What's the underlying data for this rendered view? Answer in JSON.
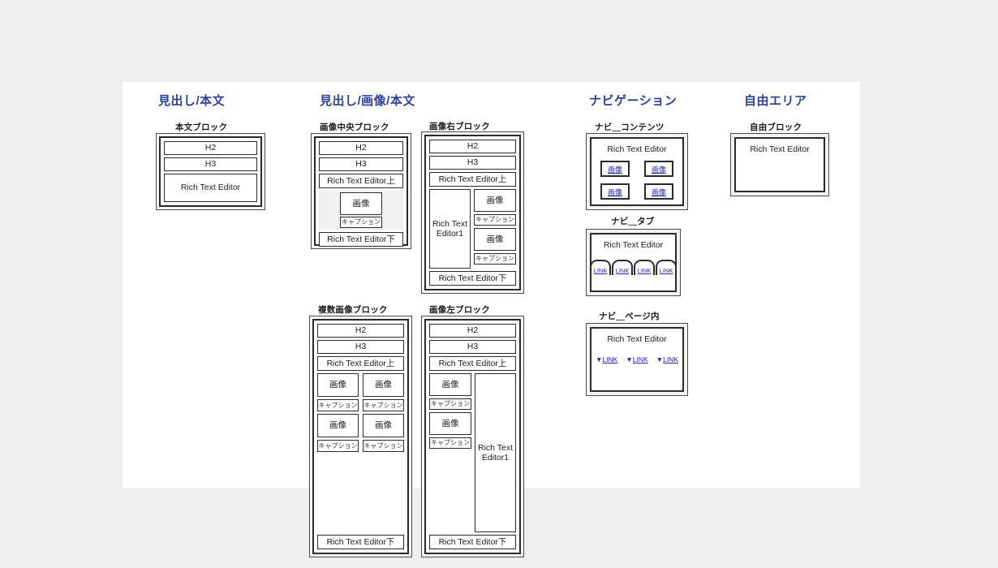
{
  "page": {
    "background_color": "#efefef",
    "canvas_color": "#ffffff",
    "accent_color": "#2d3f9e"
  },
  "columns": [
    {
      "id": "heading-body",
      "title": "見出し/本文"
    },
    {
      "id": "heading-image-body",
      "title": "見出し/画像/本文"
    },
    {
      "id": "navigation",
      "title": "ナビゲーション"
    },
    {
      "id": "free-area",
      "title": "自由エリア"
    }
  ],
  "labels": {
    "h2": "H2",
    "h3": "H3",
    "rte": "Rich Text Editor",
    "rte_upper": "Rich Text Editor上",
    "rte_lower": "Rich Text Editor下",
    "rte_one": "Rich Text Editor1",
    "image": "画像",
    "caption": "キャプション",
    "link": "LINK",
    "anchor_link": "▼LINK"
  },
  "blocks": {
    "body_block": {
      "title": "本文ブロック",
      "rows": [
        "H2",
        "H3",
        "Rich Text Editor"
      ]
    },
    "image_center_block": {
      "title": "画像中央ブロック",
      "rows": [
        "H2",
        "H3",
        "Rich Text Editor上"
      ],
      "image": "画像",
      "caption": "キャプション",
      "footer": "Rich Text Editor下"
    },
    "image_right_block": {
      "title": "画像右ブロック",
      "rows": [
        "H2",
        "H3",
        "Rich Text Editor上"
      ],
      "body": "Rich Text Editor1",
      "images": [
        {
          "image": "画像",
          "caption": "キャプション"
        },
        {
          "image": "画像",
          "caption": "キャプション"
        }
      ],
      "footer": "Rich Text Editor下"
    },
    "multi_image_block": {
      "title": "複数画像ブロック",
      "rows": [
        "H2",
        "H3",
        "Rich Text Editor上"
      ],
      "images": [
        {
          "image": "画像",
          "caption": "キャプション"
        },
        {
          "image": "画像",
          "caption": "キャプション"
        },
        {
          "image": "画像",
          "caption": "キャプション"
        },
        {
          "image": "画像",
          "caption": "キャプション"
        }
      ],
      "footer": "Rich Text Editor下"
    },
    "image_left_block": {
      "title": "画像左ブロック",
      "rows": [
        "H2",
        "H3",
        "Rich Text Editor上"
      ],
      "body": "Rich Text Editor1",
      "images": [
        {
          "image": "画像",
          "caption": "キャプション"
        },
        {
          "image": "画像",
          "caption": "キャプション"
        }
      ],
      "footer": "Rich Text Editor下"
    },
    "nav_contents": {
      "title": "ナビ＿コンテンツ",
      "rte": "Rich Text Editor",
      "links": [
        "画像",
        "画像",
        "画像",
        "画像"
      ]
    },
    "nav_tab": {
      "title": "ナビ＿タブ",
      "rte": "Rich Text Editor",
      "tabs": [
        "LINK",
        "LINK",
        "LINK",
        "LINK"
      ]
    },
    "nav_in_page": {
      "title": "ナビ＿ページ内",
      "rte": "Rich Text Editor",
      "anchors": [
        "LINK",
        "LINK",
        "LINK"
      ]
    },
    "free_block": {
      "title": "自由ブロック",
      "rte": "Rich Text Editor"
    }
  }
}
